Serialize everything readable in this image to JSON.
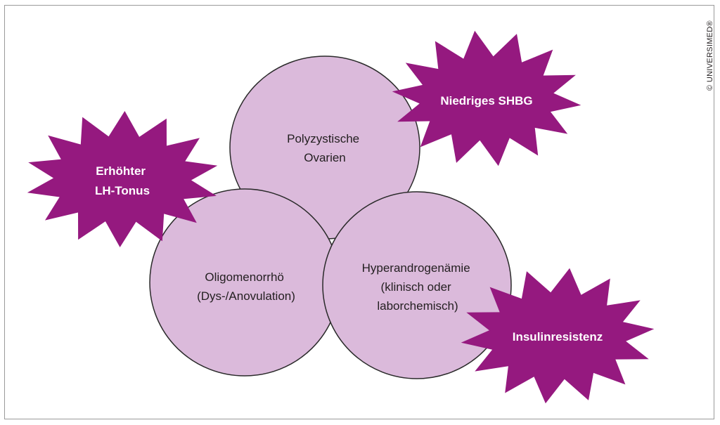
{
  "colors": {
    "circle_fill": "#dbbadb",
    "circle_stroke": "#2a2a2a",
    "burst_fill": "#95197f",
    "frame": "#9a9a9a"
  },
  "circles": [
    {
      "id": "polyzystische-ovarien",
      "lines": [
        "Polyzystische",
        "Ovarien"
      ]
    },
    {
      "id": "oligomenorrhoe",
      "lines": [
        "Oligomenorrhö",
        "(Dys-/Anovulation)"
      ]
    },
    {
      "id": "hyperandrogenaemie",
      "lines": [
        "Hyperandrogenämie",
        "(klinisch oder",
        "laborchemisch)"
      ]
    }
  ],
  "bursts": [
    {
      "id": "erhoehter-lh-tonus",
      "lines": [
        "Erhöhter",
        "LH-Tonus"
      ]
    },
    {
      "id": "niedriges-shbg",
      "lines": [
        "Niedriges SHBG"
      ]
    },
    {
      "id": "insulinresistenz",
      "lines": [
        "Insulinresistenz"
      ]
    }
  ],
  "copyright": "© UNIVERSIMED®"
}
